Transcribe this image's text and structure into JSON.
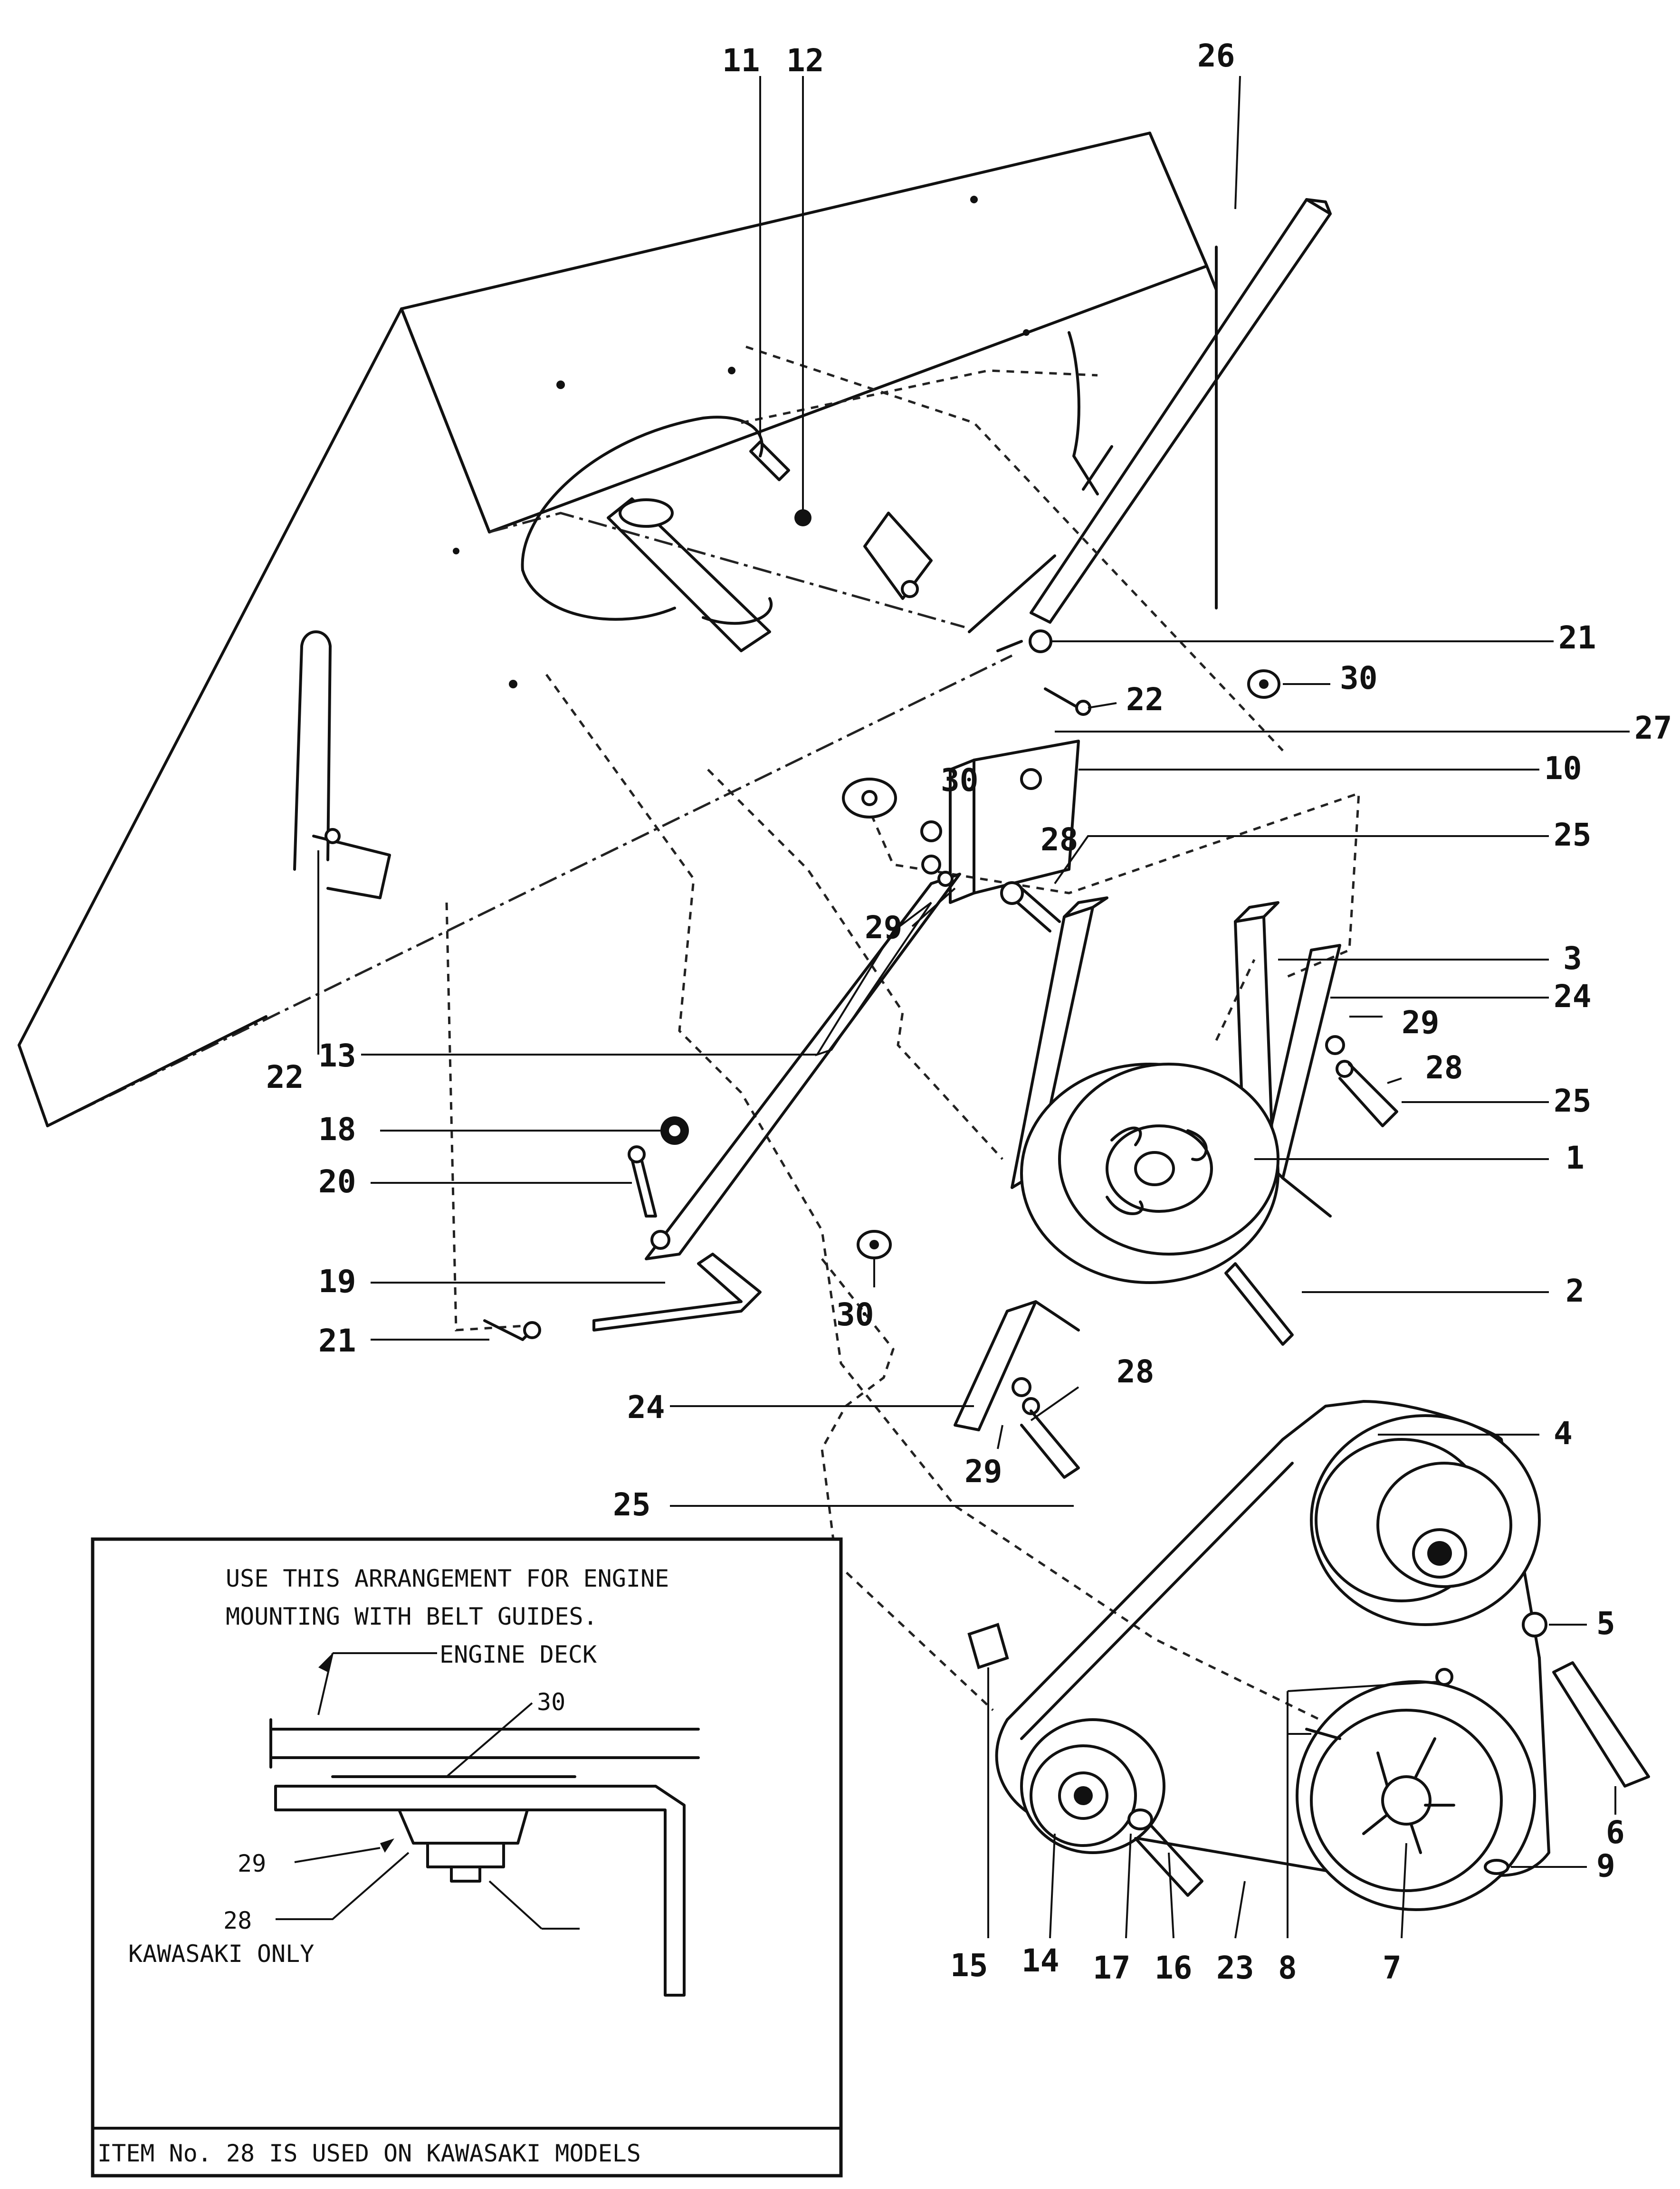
{
  "callouts": {
    "n11": "11",
    "n12": "12",
    "n26": "26",
    "n21a": "21",
    "n30a": "30",
    "n22a": "22",
    "n27": "27",
    "n30b": "30",
    "n10": "10",
    "n28a": "28",
    "n25a": "25",
    "n29a": "29",
    "n3": "3",
    "n24a": "24",
    "n29b": "29",
    "n28b": "28",
    "n25b": "25",
    "n22b": "22",
    "n13": "13",
    "n18": "18",
    "n1": "1",
    "n20": "20",
    "n2": "2",
    "n19": "19",
    "n30c": "30",
    "n21b": "21",
    "n28c": "28",
    "n24b": "24",
    "n4": "4",
    "n29c": "29",
    "n25c": "25",
    "n5": "5",
    "n6": "6",
    "n9": "9",
    "n15": "15",
    "n14": "14",
    "n17": "17",
    "n16": "16",
    "n23": "23",
    "n8": "8",
    "n7": "7"
  },
  "inset": {
    "line1": "USE THIS ARRANGEMENT FOR ENGINE",
    "line2": "MOUNTING WITH BELT GUIDES.",
    "engine_deck": "ENGINE DECK",
    "n30": "30",
    "n29": "29",
    "n28": "28",
    "kawasaki_only": "KAWASAKI ONLY",
    "footer": "ITEM No. 28 IS USED ON KAWASAKI MODELS"
  }
}
